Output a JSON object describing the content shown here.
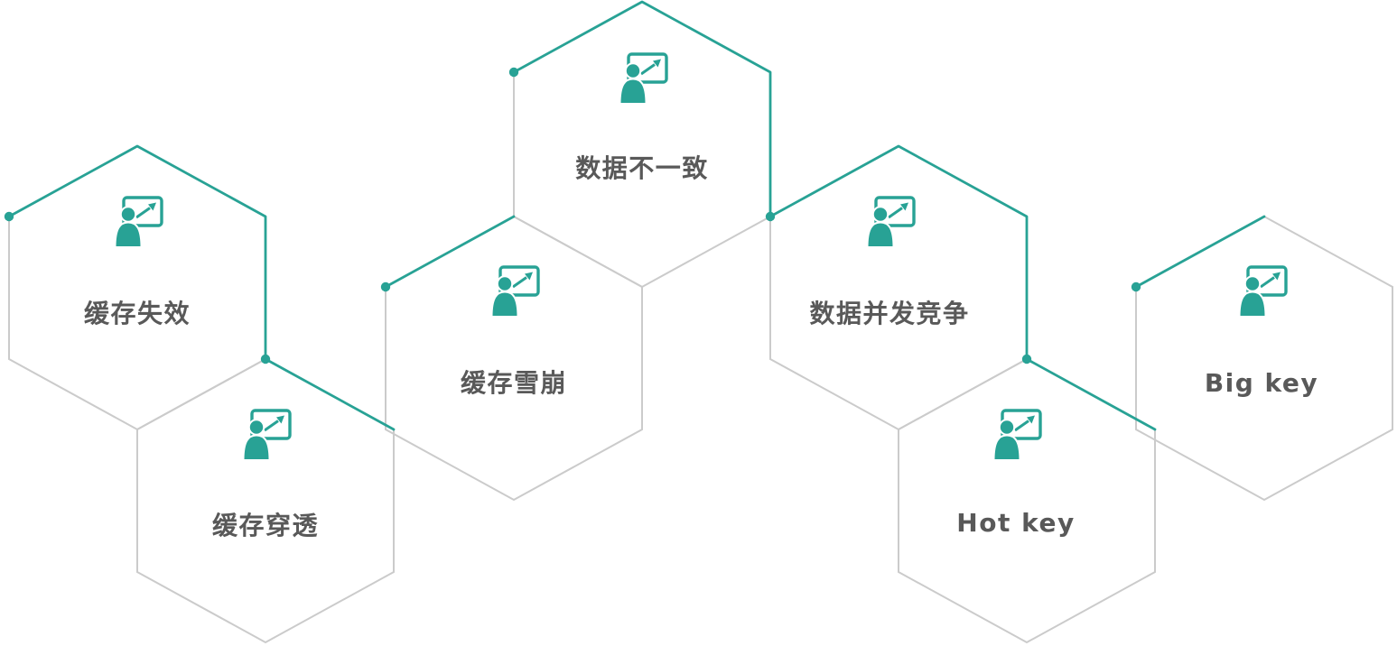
{
  "diagram": {
    "accent_color": "#28a295",
    "outline_color": "#cbcbcb",
    "label_color": "#595959",
    "icon_name": "presenter-chart-icon",
    "nodes": [
      {
        "id": "cache-invalidation",
        "label": "缓存失效"
      },
      {
        "id": "cache-penetration",
        "label": "缓存穿透"
      },
      {
        "id": "cache-avalanche",
        "label": "缓存雪崩"
      },
      {
        "id": "data-inconsistency",
        "label": "数据不一致"
      },
      {
        "id": "data-concurrency-contention",
        "label": "数据并发竞争"
      },
      {
        "id": "hot-key",
        "label": "Hot key"
      },
      {
        "id": "big-key",
        "label": "Big key"
      }
    ]
  }
}
